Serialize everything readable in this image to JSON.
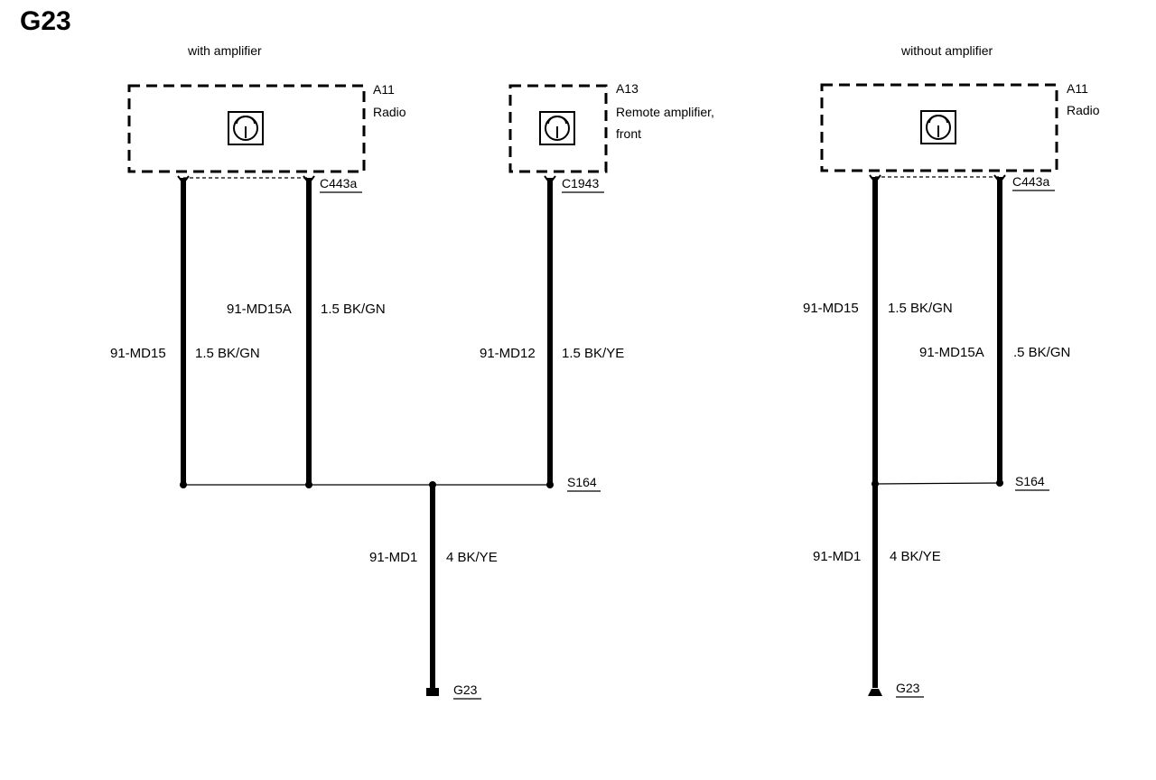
{
  "page": {
    "title": "G23"
  },
  "left": {
    "heading": "with amplifier",
    "radio": {
      "id": "A11",
      "name": "Radio",
      "connector": "C443a"
    },
    "amp": {
      "id": "A13",
      "name_line1": "Remote amplifier,",
      "name_line2": "front",
      "connector": "C1943"
    },
    "wire1": {
      "code": "91-MD15",
      "spec": "1.5 BK/GN"
    },
    "wire2": {
      "code": "91-MD15A",
      "spec": "1.5 BK/GN"
    },
    "wire3": {
      "code": "91-MD12",
      "spec": "1.5 BK/YE"
    },
    "splice": "S164",
    "ground_wire": {
      "code": "91-MD1",
      "spec": "4 BK/YE"
    },
    "ground": "G23"
  },
  "right": {
    "heading": "without amplifier",
    "radio": {
      "id": "A11",
      "name": "Radio",
      "connector": "C443a"
    },
    "wire1": {
      "code": "91-MD15",
      "spec": "1.5 BK/GN"
    },
    "wire2": {
      "code": "91-MD15A",
      "spec": ".5 BK/GN"
    },
    "splice": "S164",
    "ground_wire": {
      "code": "91-MD1",
      "spec": "4 BK/YE"
    },
    "ground": "G23"
  }
}
